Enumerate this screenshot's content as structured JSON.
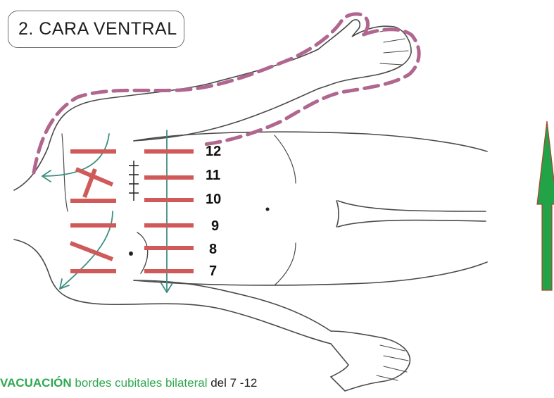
{
  "title": "2. CARA VENTRAL",
  "segment_numbers": [
    "12",
    "11",
    "10",
    "9",
    "8",
    "7"
  ],
  "caption": {
    "part1": "VACUACIÓN",
    "part2": "bordes cubitales bilateral",
    "part3": "del 7 -12"
  },
  "colors": {
    "stroke_bars": "#d05a5a",
    "dashed_outline": "#b0668e",
    "teal_arrows": "#3f8f80",
    "green_arrow": "#22a347",
    "caption_green": "#2fa84f"
  }
}
